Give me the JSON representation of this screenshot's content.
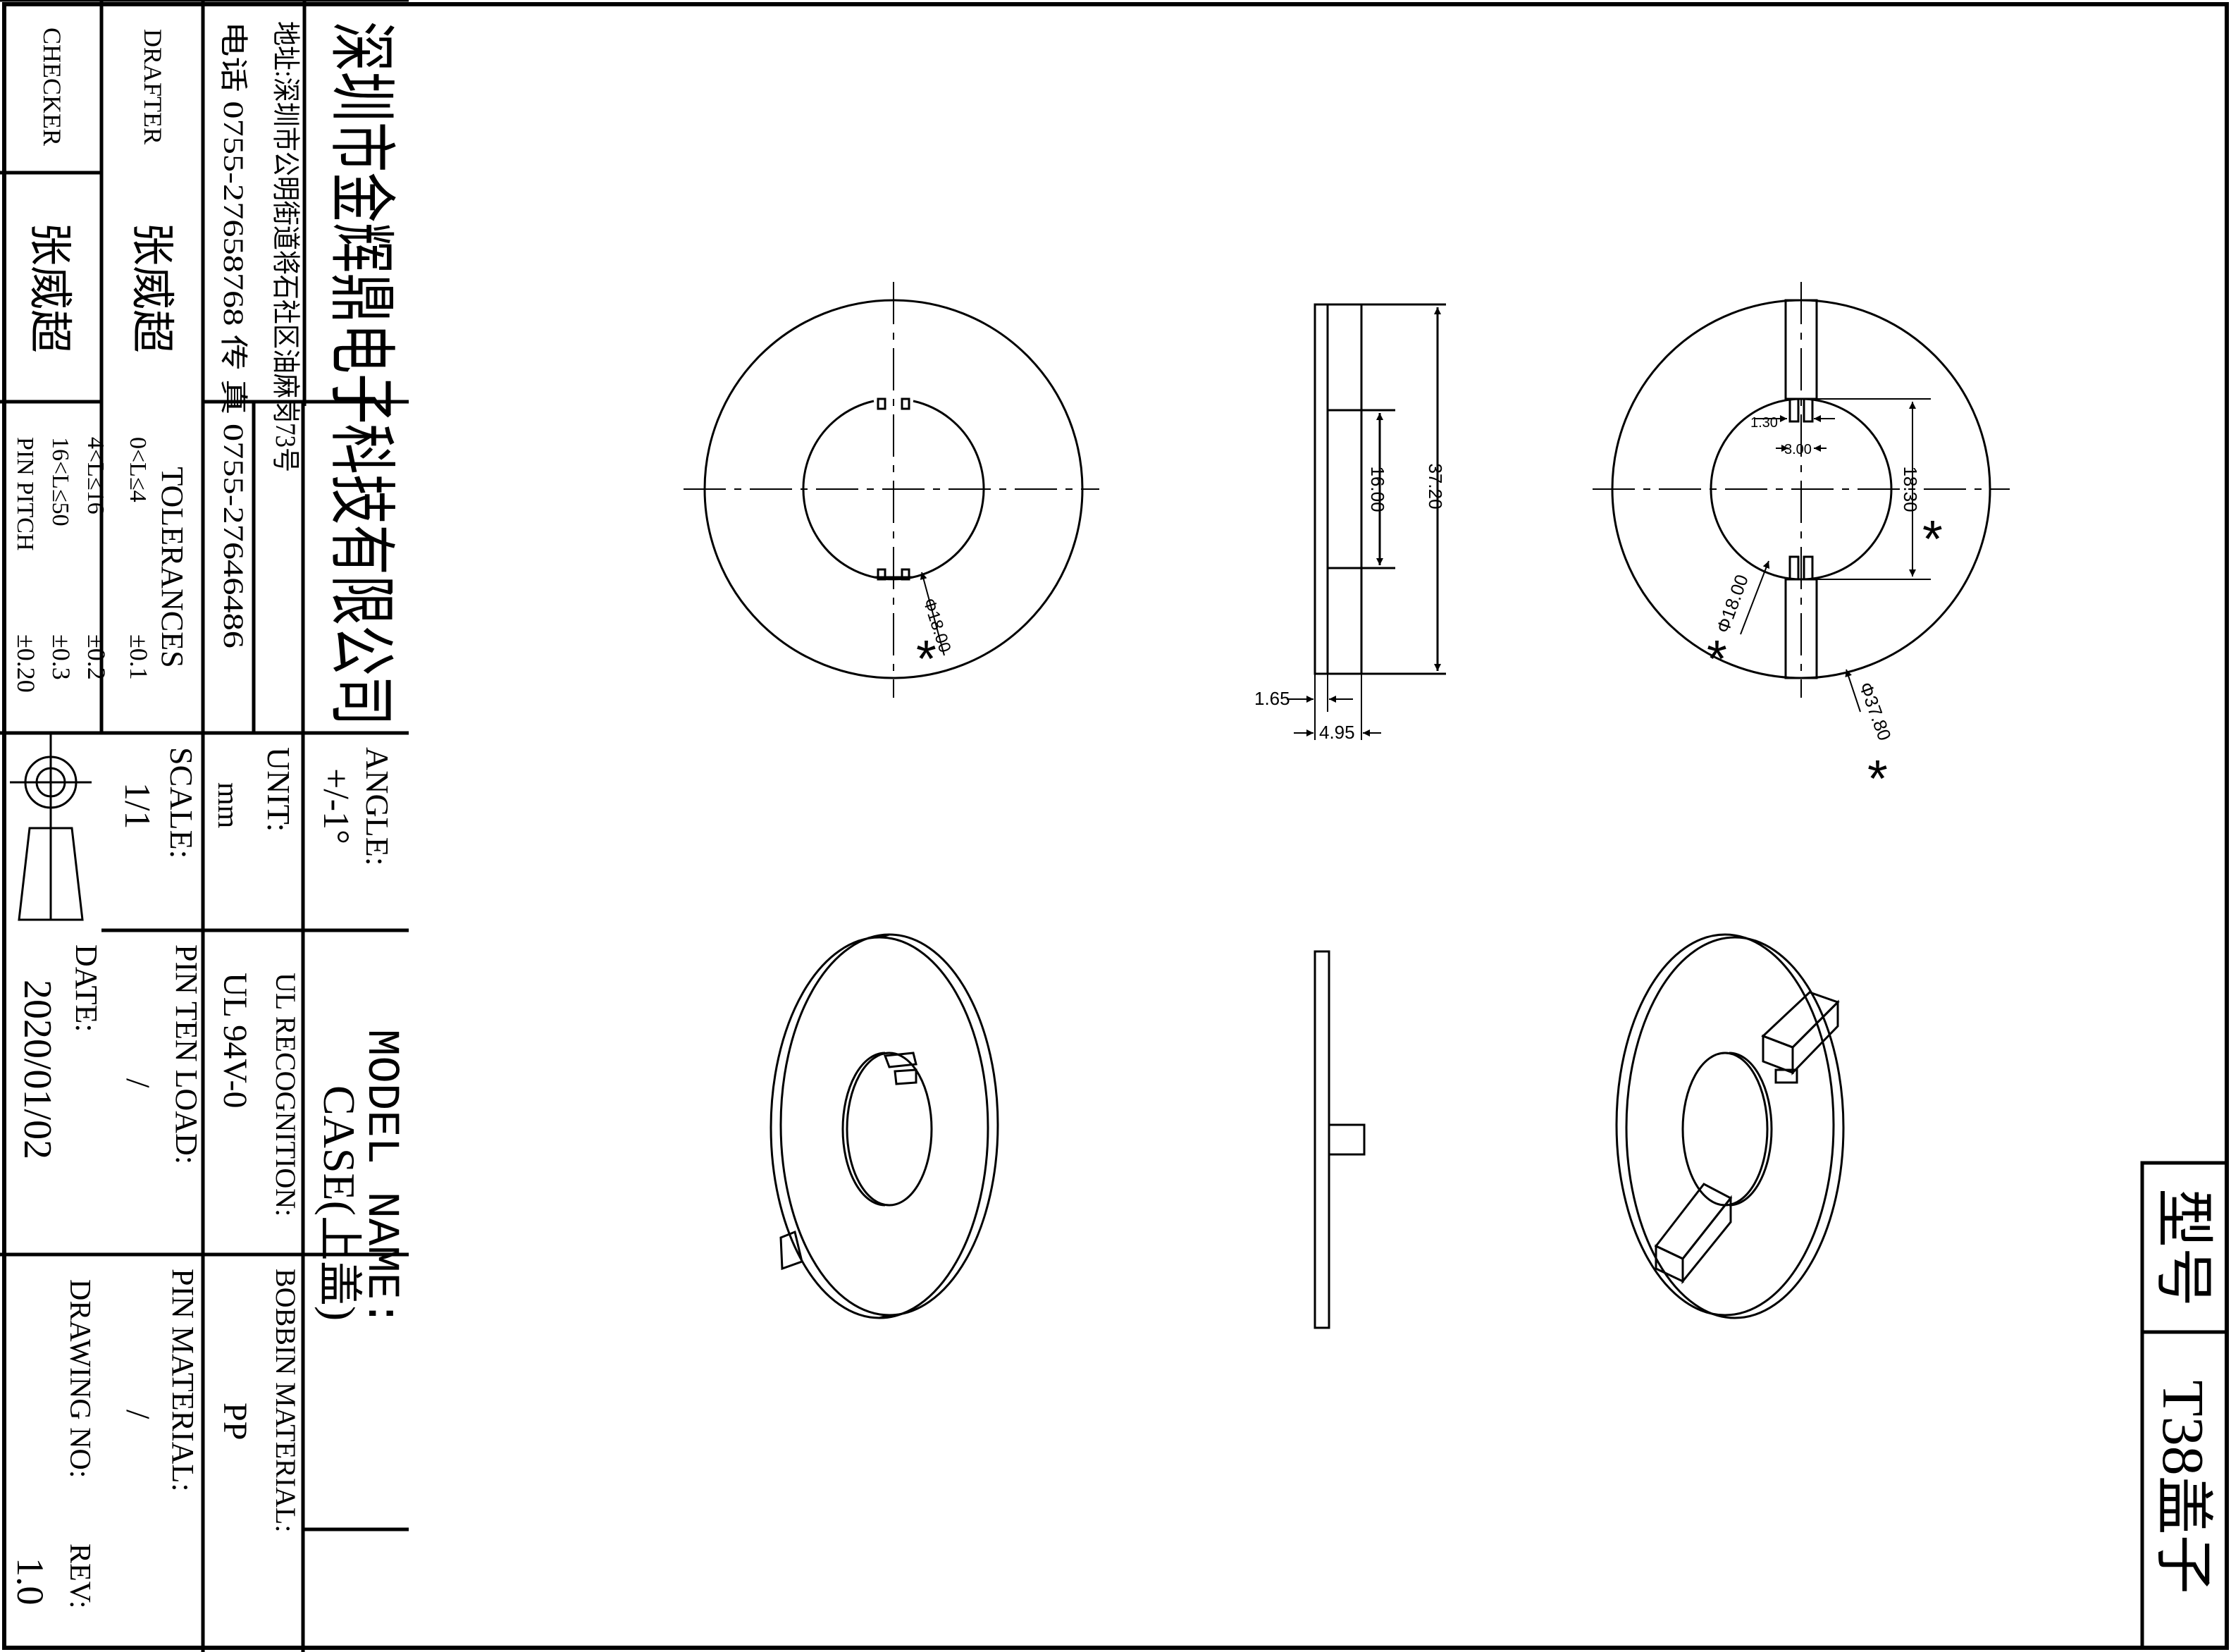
{
  "title_block": {
    "company": "深圳市金辉鼎电子科技有限公司",
    "address": "地址:深圳市公明街道将石社区油麻岗73号",
    "phone_fax": "电话 0755-27658768   传 真 0755-27646486",
    "checker_label": "CHECKER",
    "checker_name": "张威超",
    "drafter_label": "DRAFTER",
    "drafter_name": "张威超",
    "tolerances": {
      "title": "TOLERANCES",
      "rows": [
        {
          "range": "0<L≤4",
          "value": "±0.1"
        },
        {
          "range": "4<L≤16",
          "value": "±0.2"
        },
        {
          "range": "16<L≤50",
          "value": "±0.3"
        },
        {
          "range": "PIN PITCH",
          "value": "±0.20"
        }
      ]
    },
    "angle_label": "ANGLE:",
    "angle_value": "+/-1°",
    "unit_label": "UNIT:",
    "unit_value": "mm",
    "scale_label": "SCALE:",
    "scale_value": "1/1",
    "model_label": "MODEL NAME:",
    "model_value": "CASE(上盖)",
    "ul_label": "UL RECOGNITION:",
    "ul_value": "UL 94V-0",
    "pin_ten_label": "PIN TEN LOAD:",
    "pin_ten_value": "/",
    "date_label": "DATE:",
    "date_value": "2020/01/02",
    "bobbin_label": "BOBBIN MATERIAL:",
    "bobbin_value": "PP",
    "pin_material_label": "PIN MATERIAL:",
    "pin_material_value": "/",
    "drawing_no_label": "DRAWING NO:",
    "drawing_no_value": "",
    "rev_label": "REV:",
    "rev_value": "1.0"
  },
  "model_box": {
    "label": "型号",
    "value": "T38盖子"
  },
  "dimensions": {
    "d_inner_front": "Φ18.00",
    "d_inner_back": "Φ18.00",
    "d_outer": "Φ37.80",
    "height_total": "37.20",
    "height_inner": "16.00",
    "thickness": "1.65",
    "width_total": "4.95",
    "slot_width": "1.30",
    "slot_offset": "3.00",
    "slot_span": "18.30",
    "critical_mark": "*"
  }
}
